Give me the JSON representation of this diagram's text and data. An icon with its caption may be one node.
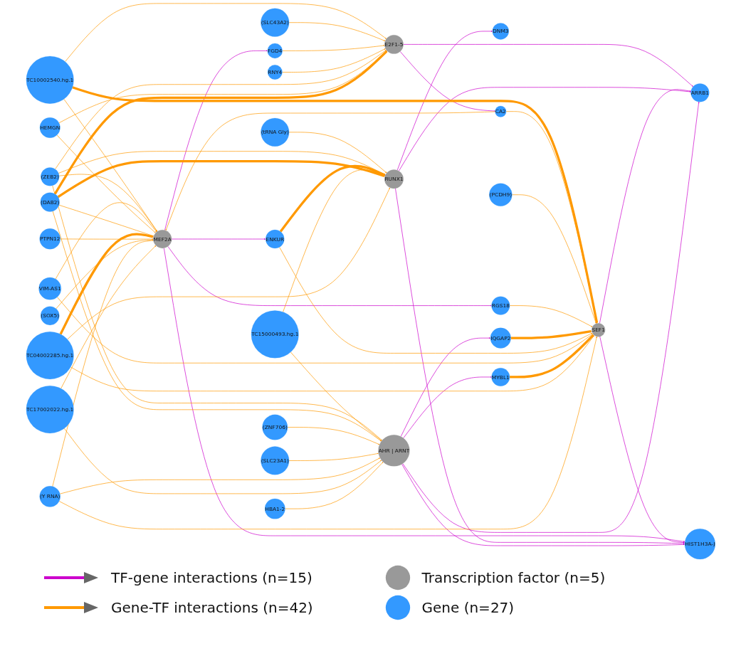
{
  "diagram": {
    "nodes": [
      {
        "text": [
          "TC10002540.hg.1"
        ]
      },
      {
        "text": [
          "(SLC43A2)"
        ]
      },
      {
        "text": [
          "FGD4"
        ]
      },
      {
        "text": [
          "RNY4"
        ]
      },
      {
        "text": [
          "(tRNA Gly)"
        ]
      },
      {
        "text": [
          "DNM3"
        ]
      },
      {
        "text": [
          "CA2"
        ]
      },
      {
        "text": [
          "E2F1-5"
        ]
      },
      {
        "text": [
          "(PCDH9)"
        ]
      },
      {
        "text": [
          "SEF1"
        ]
      },
      {
        "text": [
          "ARRB1"
        ]
      },
      {
        "text": [
          "RGS18"
        ]
      },
      {
        "text": [
          "RUNX1"
        ]
      },
      {
        "text": [
          "IQGAP2"
        ]
      },
      {
        "text": [
          "(ZEB2)"
        ]
      },
      {
        "text": [
          "ENKUR"
        ]
      },
      {
        "text": [
          "VIM-AS1"
        ]
      },
      {
        "text": [
          "MYBL1"
        ]
      },
      {
        "text": [
          "TC15000493.hg.1"
        ]
      },
      {
        "text": [
          "MEF2A"
        ]
      },
      {
        "text": [
          "HEMGN"
        ]
      },
      {
        "text": [
          "(DAB2)"
        ]
      },
      {
        "text": [
          "AHR | ARNT"
        ]
      },
      {
        "text": [
          "(ZNF706)"
        ]
      },
      {
        "text": [
          "TC04002285.hg.1"
        ]
      },
      {
        "text": [
          "PTPN12"
        ]
      },
      {
        "text": [
          "(SLC23A1)"
        ]
      },
      {
        "text": [
          "(SOX5)"
        ]
      },
      {
        "text": [
          "(Y RNA)"
        ]
      },
      {
        "text": [
          "HIST1H3A-J"
        ]
      },
      {
        "text": [
          "TC17002022.hg.1"
        ]
      },
      {
        "text": [
          "HBA1-2"
        ]
      }
    ],
    "edges": [
      {
        "from": 7,
        "to": 6,
        "arrow": "to",
        "color": "#cc00cc"
      },
      {
        "from": 7,
        "to": 10,
        "arrow": "to",
        "color": "#cc00cc"
      },
      {
        "from": 9,
        "to": 10,
        "arrow": "to",
        "color": "#cc00cc"
      },
      {
        "from": 12,
        "to": 5,
        "arrow": "to",
        "color": "#cc00cc"
      },
      {
        "from": 12,
        "to": 10,
        "arrow": "to",
        "color": "#cc00cc"
      },
      {
        "from": 19,
        "to": 2,
        "arrow": "to",
        "color": "#cc00cc"
      },
      {
        "from": 19,
        "to": 11,
        "arrow": "to",
        "color": "#cc00cc"
      },
      {
        "from": 19,
        "to": 15,
        "arrow": "to",
        "color": "#cc00cc"
      },
      {
        "from": 19,
        "to": 29,
        "arrow": "to",
        "color": "#cc00cc"
      },
      {
        "from": 9,
        "to": 29,
        "arrow": "to",
        "color": "#cc00cc"
      },
      {
        "from": 12,
        "to": 29,
        "arrow": "to",
        "color": "#cc00cc"
      },
      {
        "from": 22,
        "to": 29,
        "arrow": "to",
        "color": "#cc00cc"
      },
      {
        "from": 22,
        "to": 17,
        "arrow": "to",
        "color": "#cc00cc"
      },
      {
        "from": 22,
        "to": 13,
        "arrow": "to",
        "color": "#cc00cc"
      },
      {
        "from": 22,
        "to": 10,
        "arrow": "to",
        "color": "#cc00cc"
      },
      {
        "from": 0,
        "to": 9,
        "arrow": "to",
        "style": "thick"
      },
      {
        "from": 0,
        "to": 19,
        "arrow": "to"
      },
      {
        "from": 0,
        "to": 7,
        "arrow": "to"
      },
      {
        "from": 1,
        "to": 7,
        "arrow": "to"
      },
      {
        "from": 2,
        "to": 7,
        "arrow": "to"
      },
      {
        "from": 3,
        "to": 7,
        "arrow": "to"
      },
      {
        "from": 4,
        "to": 12,
        "arrow": "to"
      },
      {
        "from": 6,
        "to": 9,
        "arrow": "to"
      },
      {
        "from": 6,
        "to": 19,
        "arrow": "to"
      },
      {
        "from": 8,
        "to": 9,
        "arrow": "to"
      },
      {
        "from": 11,
        "to": 9,
        "arrow": "to"
      },
      {
        "from": 13,
        "to": 9,
        "arrow": "to",
        "style": "thick"
      },
      {
        "from": 14,
        "to": 7,
        "arrow": "to"
      },
      {
        "from": 14,
        "to": 12,
        "arrow": "to"
      },
      {
        "from": 14,
        "to": 19,
        "arrow": "to"
      },
      {
        "from": 14,
        "to": 22,
        "arrow": "to"
      },
      {
        "from": 15,
        "to": 9,
        "arrow": "to"
      },
      {
        "from": 15,
        "to": 12,
        "arrow": "to",
        "style": "thick"
      },
      {
        "from": 16,
        "to": 9,
        "arrow": "to"
      },
      {
        "from": 16,
        "to": 19,
        "arrow": "to"
      },
      {
        "from": 17,
        "to": 9,
        "arrow": "to",
        "style": "thick"
      },
      {
        "from": 18,
        "to": 12,
        "arrow": "to"
      },
      {
        "from": 18,
        "to": 22,
        "arrow": "to"
      },
      {
        "from": 20,
        "to": 7,
        "arrow": "to"
      },
      {
        "from": 20,
        "to": 19,
        "arrow": "to"
      },
      {
        "from": 21,
        "to": 7,
        "arrow": "to",
        "style": "thick"
      },
      {
        "from": 21,
        "to": 12,
        "arrow": "to",
        "style": "thick"
      },
      {
        "from": 21,
        "to": 19,
        "arrow": "to"
      },
      {
        "from": 21,
        "to": 22,
        "arrow": "to"
      },
      {
        "from": 23,
        "to": 22,
        "arrow": "to"
      },
      {
        "from": 24,
        "to": 9,
        "arrow": "to"
      },
      {
        "from": 24,
        "to": 12,
        "arrow": "to"
      },
      {
        "from": 24,
        "to": 19,
        "arrow": "to",
        "style": "thick"
      },
      {
        "from": 25,
        "to": 19,
        "arrow": "to"
      },
      {
        "from": 26,
        "to": 22,
        "arrow": "to"
      },
      {
        "from": 27,
        "to": 19,
        "arrow": "to"
      },
      {
        "from": 28,
        "to": 9,
        "arrow": "to"
      },
      {
        "from": 28,
        "to": 19,
        "arrow": "to"
      },
      {
        "from": 28,
        "to": 22,
        "arrow": "to"
      },
      {
        "from": 30,
        "to": 19,
        "arrow": "to"
      },
      {
        "from": 30,
        "to": 22,
        "arrow": "to"
      },
      {
        "from": 31,
        "to": 22,
        "arrow": "to"
      }
    ],
    "legend": [
      {
        "text": "TF-gene interactions (n=15)"
      },
      {
        "text": "Gene-TF interactions (n=42)"
      },
      {
        "text": "Transcription factor (n=5)",
        "color": "#999999"
      },
      {
        "text": "Gene (n=27)",
        "color": "#3399ff"
      }
    ]
  }
}
